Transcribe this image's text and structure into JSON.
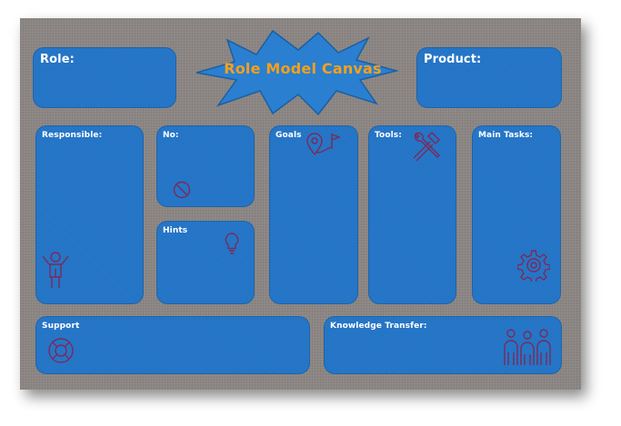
{
  "canvas": {
    "title": "Role Model Canvas",
    "sections": {
      "role": "Role:",
      "product": "Product:",
      "responsible": "Responsible:",
      "no": "No:",
      "hints": "Hints",
      "goals": "Goals",
      "tools": "Tools:",
      "main_tasks": "Main Tasks:",
      "support": "Support",
      "knowledge_transfer": "Knowledge Transfer:"
    }
  },
  "colors": {
    "board": "#8b8683",
    "box": "#2374c6",
    "title_burst": "#2a7fd0",
    "title_text": "#f7a01a",
    "icon_stroke": "#7b2a5a"
  },
  "icons": {
    "responsible": "person-arms-out-icon",
    "no": "no-sign-icon",
    "hints": "lightbulb-icon",
    "goals": "map-pin-flag-icon",
    "tools": "wrench-hammer-icon",
    "main_tasks": "gear-icon",
    "support": "lifebuoy-icon",
    "knowledge_transfer": "people-group-icon"
  }
}
